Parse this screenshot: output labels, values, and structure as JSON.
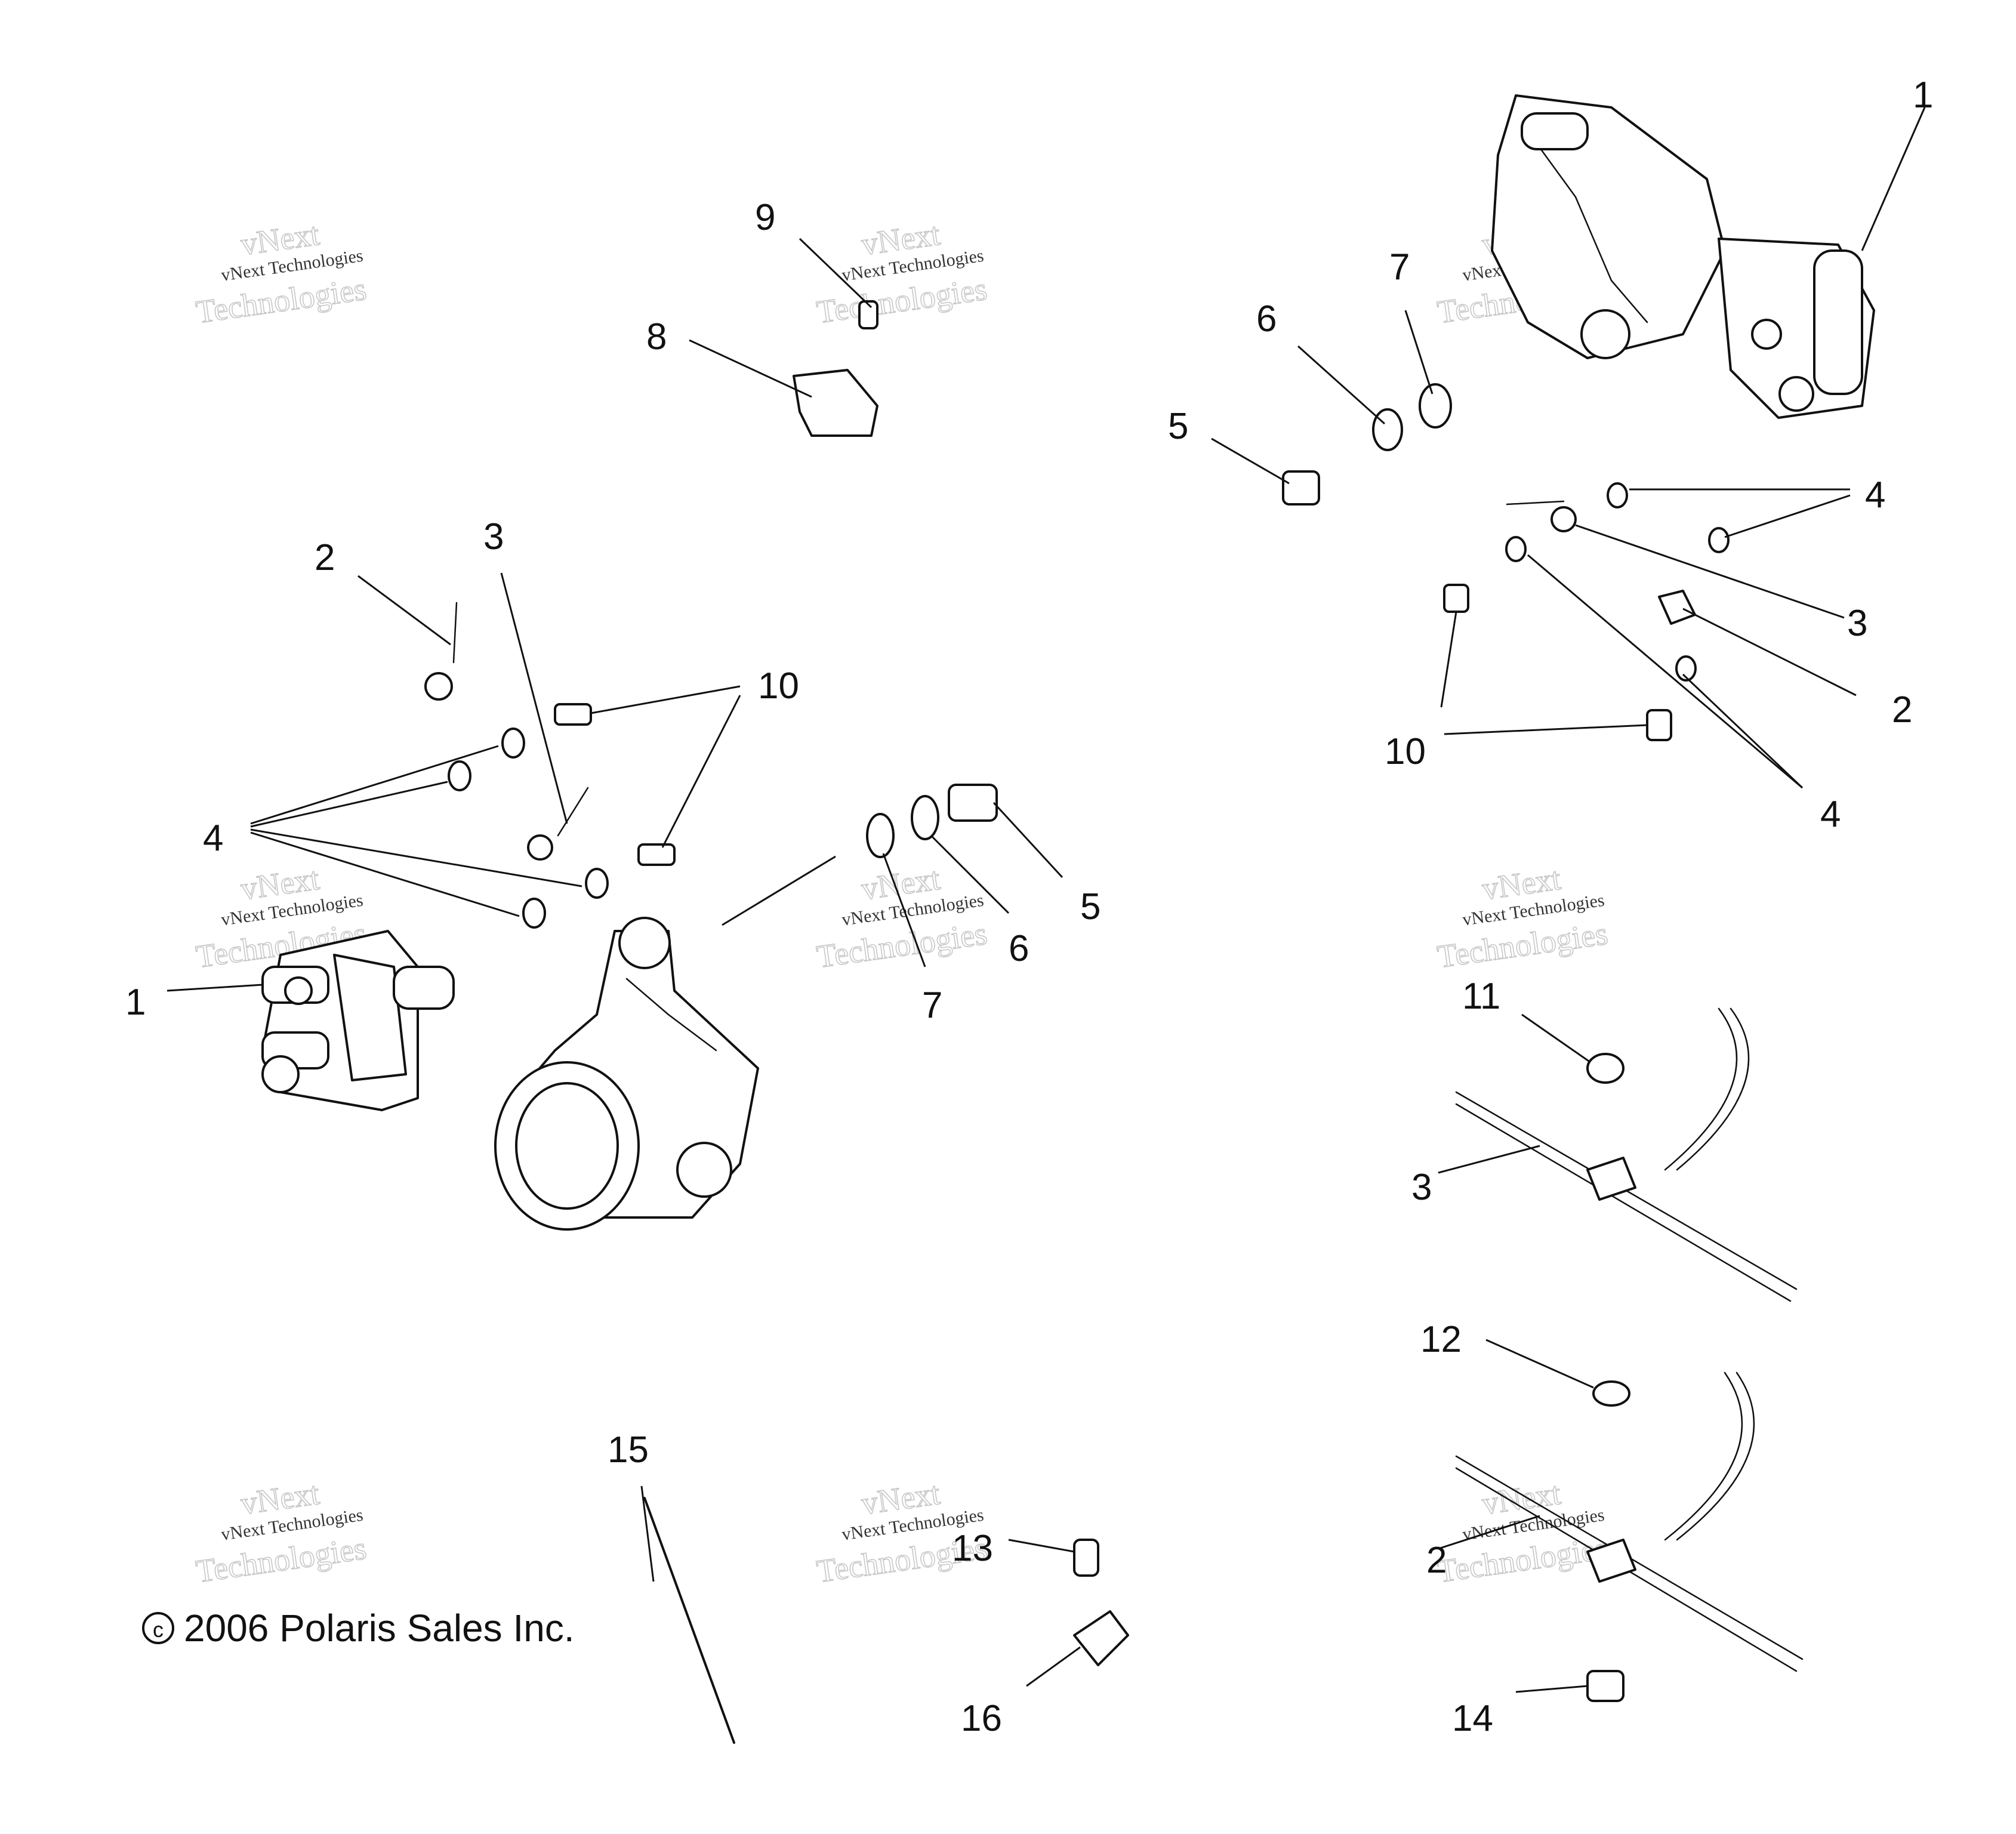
{
  "callouts": {
    "n1": "1",
    "n2": "2",
    "n3": "3",
    "n4": "4",
    "n5": "5",
    "n6": "6",
    "n7": "7",
    "n8": "8",
    "n9": "9",
    "n10": "10",
    "n11": "11",
    "n12": "12",
    "n13": "13",
    "n14": "14",
    "n15": "15",
    "n16": "16"
  },
  "watermark": {
    "brand": "vNext",
    "line1": "vNext Technologies",
    "line2": "Technologies"
  },
  "copyright": "2006 Polaris Sales Inc."
}
